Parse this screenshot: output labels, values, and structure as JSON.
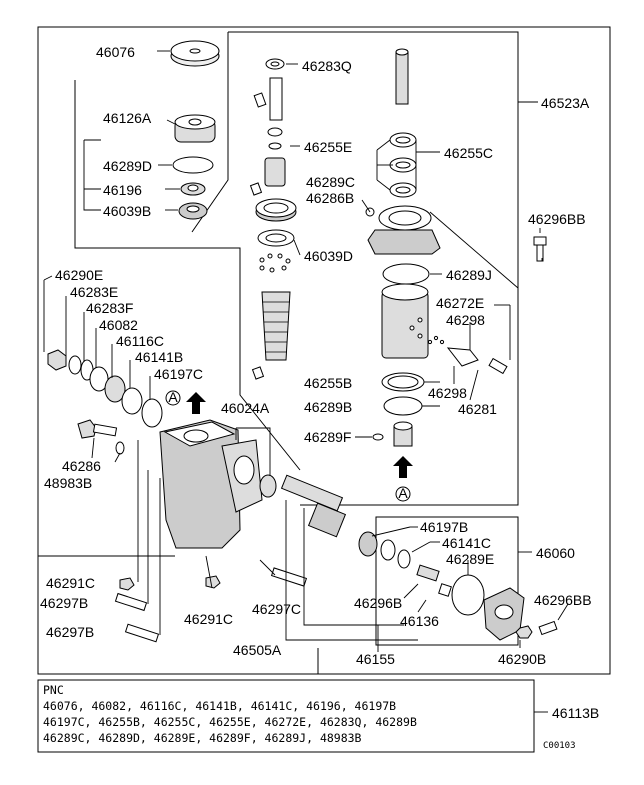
{
  "labels": {
    "p46076": "46076",
    "p46283q": "46283Q",
    "p46523a": "46523A",
    "p46126a": "46126A",
    "p46255e": "46255E",
    "p46255c": "46255C",
    "p46289d": "46289D",
    "p46196": "46196",
    "p46039b": "46039B",
    "p46289c": "46289C",
    "p46286b": "46286B",
    "p46296bb_top": "46296BB",
    "p46039d": "46039D",
    "p46289j": "46289J",
    "p46290e": "46290E",
    "p46283e": "46283E",
    "p46283f": "46283F",
    "p46082": "46082",
    "p46116c": "46116C",
    "p46141b": "46141B",
    "p46197c": "46197C",
    "p46272e": "46272E",
    "p46298_top": "46298",
    "p46298_bottom": "46298",
    "p46281": "46281",
    "p46255b": "46255B",
    "p46289b": "46289B",
    "p46289f": "46289F",
    "p46024a": "46024A",
    "p46286": "46286",
    "p48983b": "48983B",
    "p46197b": "46197B",
    "p46141c": "46141C",
    "p46289e": "46289E",
    "p46060": "46060",
    "p46291c_left": "46291C",
    "p46297b_1": "46297B",
    "p46297b_2": "46297B",
    "p46291c_bottom": "46291C",
    "p46297c": "46297C",
    "p46296b": "46296B",
    "p46136": "46136",
    "p46296bb_bottom": "46296BB",
    "p46290b": "46290B",
    "p46505a": "46505A",
    "p46155": "46155",
    "p46113b": "46113B",
    "markerA": "A"
  },
  "pnc": {
    "heading": "PNC",
    "line1": "46076, 46082, 46116C, 46141B, 46141C, 46196, 46197B",
    "line2": "46197C, 46255B, 46255C, 46255E, 46272E, 46283Q, 46289B",
    "line3": "46289C, 46289D, 46289E, 46289F, 46289J, 48983B"
  },
  "code": "C00103"
}
